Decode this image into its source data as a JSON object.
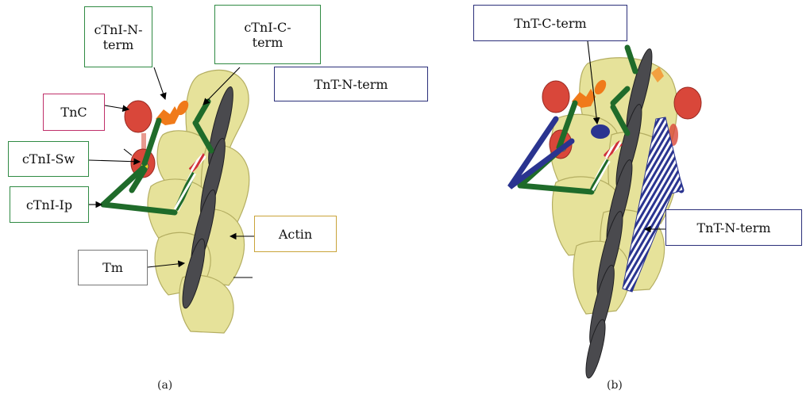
{
  "panel_a": {
    "labels": {
      "ctni_n_term": "cTnI-N-\nterm",
      "ctni_c_term": "cTnI-C-\nterm",
      "tnt_n_term": "TnT-N-term",
      "tnc": "TnC",
      "ctni_sw": "cTnI-Sw",
      "ctni_ip": "cTnI-Ip",
      "actin": "Actin",
      "tm": "Tm"
    },
    "caption": "(a)"
  },
  "panel_b": {
    "labels": {
      "tnt_c_term": "TnT-C-term",
      "tnt_n_term": "TnT-N-term"
    },
    "caption": "(b)"
  },
  "colors": {
    "actin": "#e6e29a",
    "tropomyosin": "#4a4a4e",
    "cTnI": "#1f6b2a",
    "TnC": "#d9473a",
    "cTnI_N_term": "#f07a1a",
    "TnT": "#2a3490"
  }
}
